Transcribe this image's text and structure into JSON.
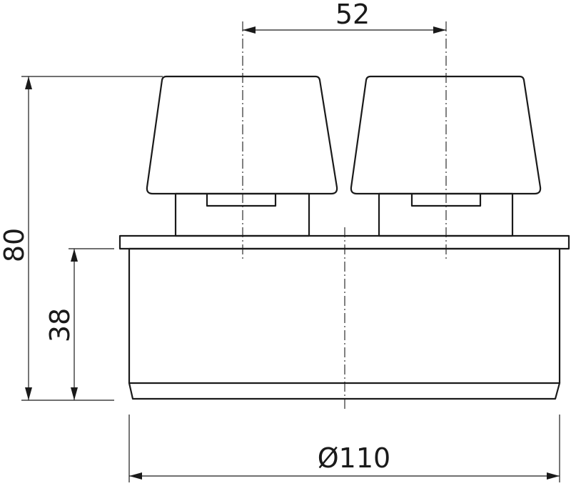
{
  "dimensions": {
    "spacing": "52",
    "total_height": "80",
    "body_height": "38",
    "diameter": "Ø110"
  }
}
